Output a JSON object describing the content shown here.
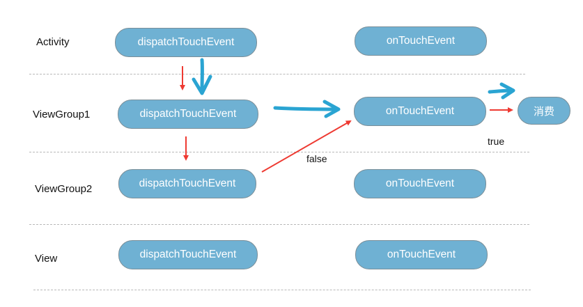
{
  "rows": [
    {
      "id": "activity",
      "label": "Activity",
      "dispatch": "dispatchTouchEvent",
      "ontouch": "onTouchEvent"
    },
    {
      "id": "viewgroup1",
      "label": "ViewGroup1",
      "dispatch": "dispatchTouchEvent",
      "ontouch": "onTouchEvent"
    },
    {
      "id": "viewgroup2",
      "label": "ViewGroup2",
      "dispatch": "dispatchTouchEvent",
      "ontouch": "onTouchEvent"
    },
    {
      "id": "view",
      "label": "View",
      "dispatch": "dispatchTouchEvent",
      "ontouch": "onTouchEvent"
    }
  ],
  "consume_node": "消费",
  "edge_labels": {
    "false": "false",
    "true": "true"
  },
  "colors": {
    "node_fill": "#6fb1d3",
    "node_border": "#7a8e98",
    "red_arrow": "#ee3a32",
    "blue_arrow": "#2aa4d2",
    "divider": "#b8b8b8"
  }
}
